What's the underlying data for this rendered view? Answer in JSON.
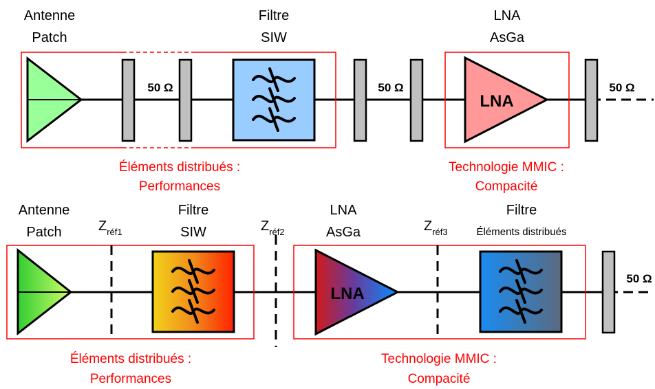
{
  "top": {
    "antenna_label": [
      "Antenne",
      "Patch"
    ],
    "filter_label": [
      "Filtre",
      "SIW"
    ],
    "lna_label": [
      "LNA",
      "AsGa"
    ],
    "impedance_1": "50 Ω",
    "impedance_2": "50 Ω",
    "impedance_3": "50 Ω",
    "lna_text": "LNA",
    "left_caption": [
      "Éléments distribués :",
      "Performances"
    ],
    "right_caption": [
      "Technologie MMIC :",
      "Compacité"
    ]
  },
  "bottom": {
    "antenna_label": [
      "Antenne",
      "Patch"
    ],
    "filter_label": [
      "Filtre",
      "SIW"
    ],
    "lna_label": [
      "LNA",
      "AsGa"
    ],
    "filter2_label": [
      "Filtre",
      "Éléments distribués"
    ],
    "zref1": {
      "main": "Z",
      "sub": "réf1"
    },
    "zref2": {
      "main": "Z",
      "sub": "réf2"
    },
    "zref3": {
      "main": "Z",
      "sub": "réf3"
    },
    "impedance_out": "50 Ω",
    "lna_text": "LNA",
    "left_caption": [
      "Éléments distribués :",
      "Performances"
    ],
    "right_caption": [
      "Technologie MMIC :",
      "Compacité"
    ]
  },
  "colors": {
    "highlight_box": "#ff0000",
    "top_antenna": "#99ff99",
    "top_filter": "#99ccff",
    "top_lna": "#ff9999",
    "stub": "#c0c0c0"
  }
}
